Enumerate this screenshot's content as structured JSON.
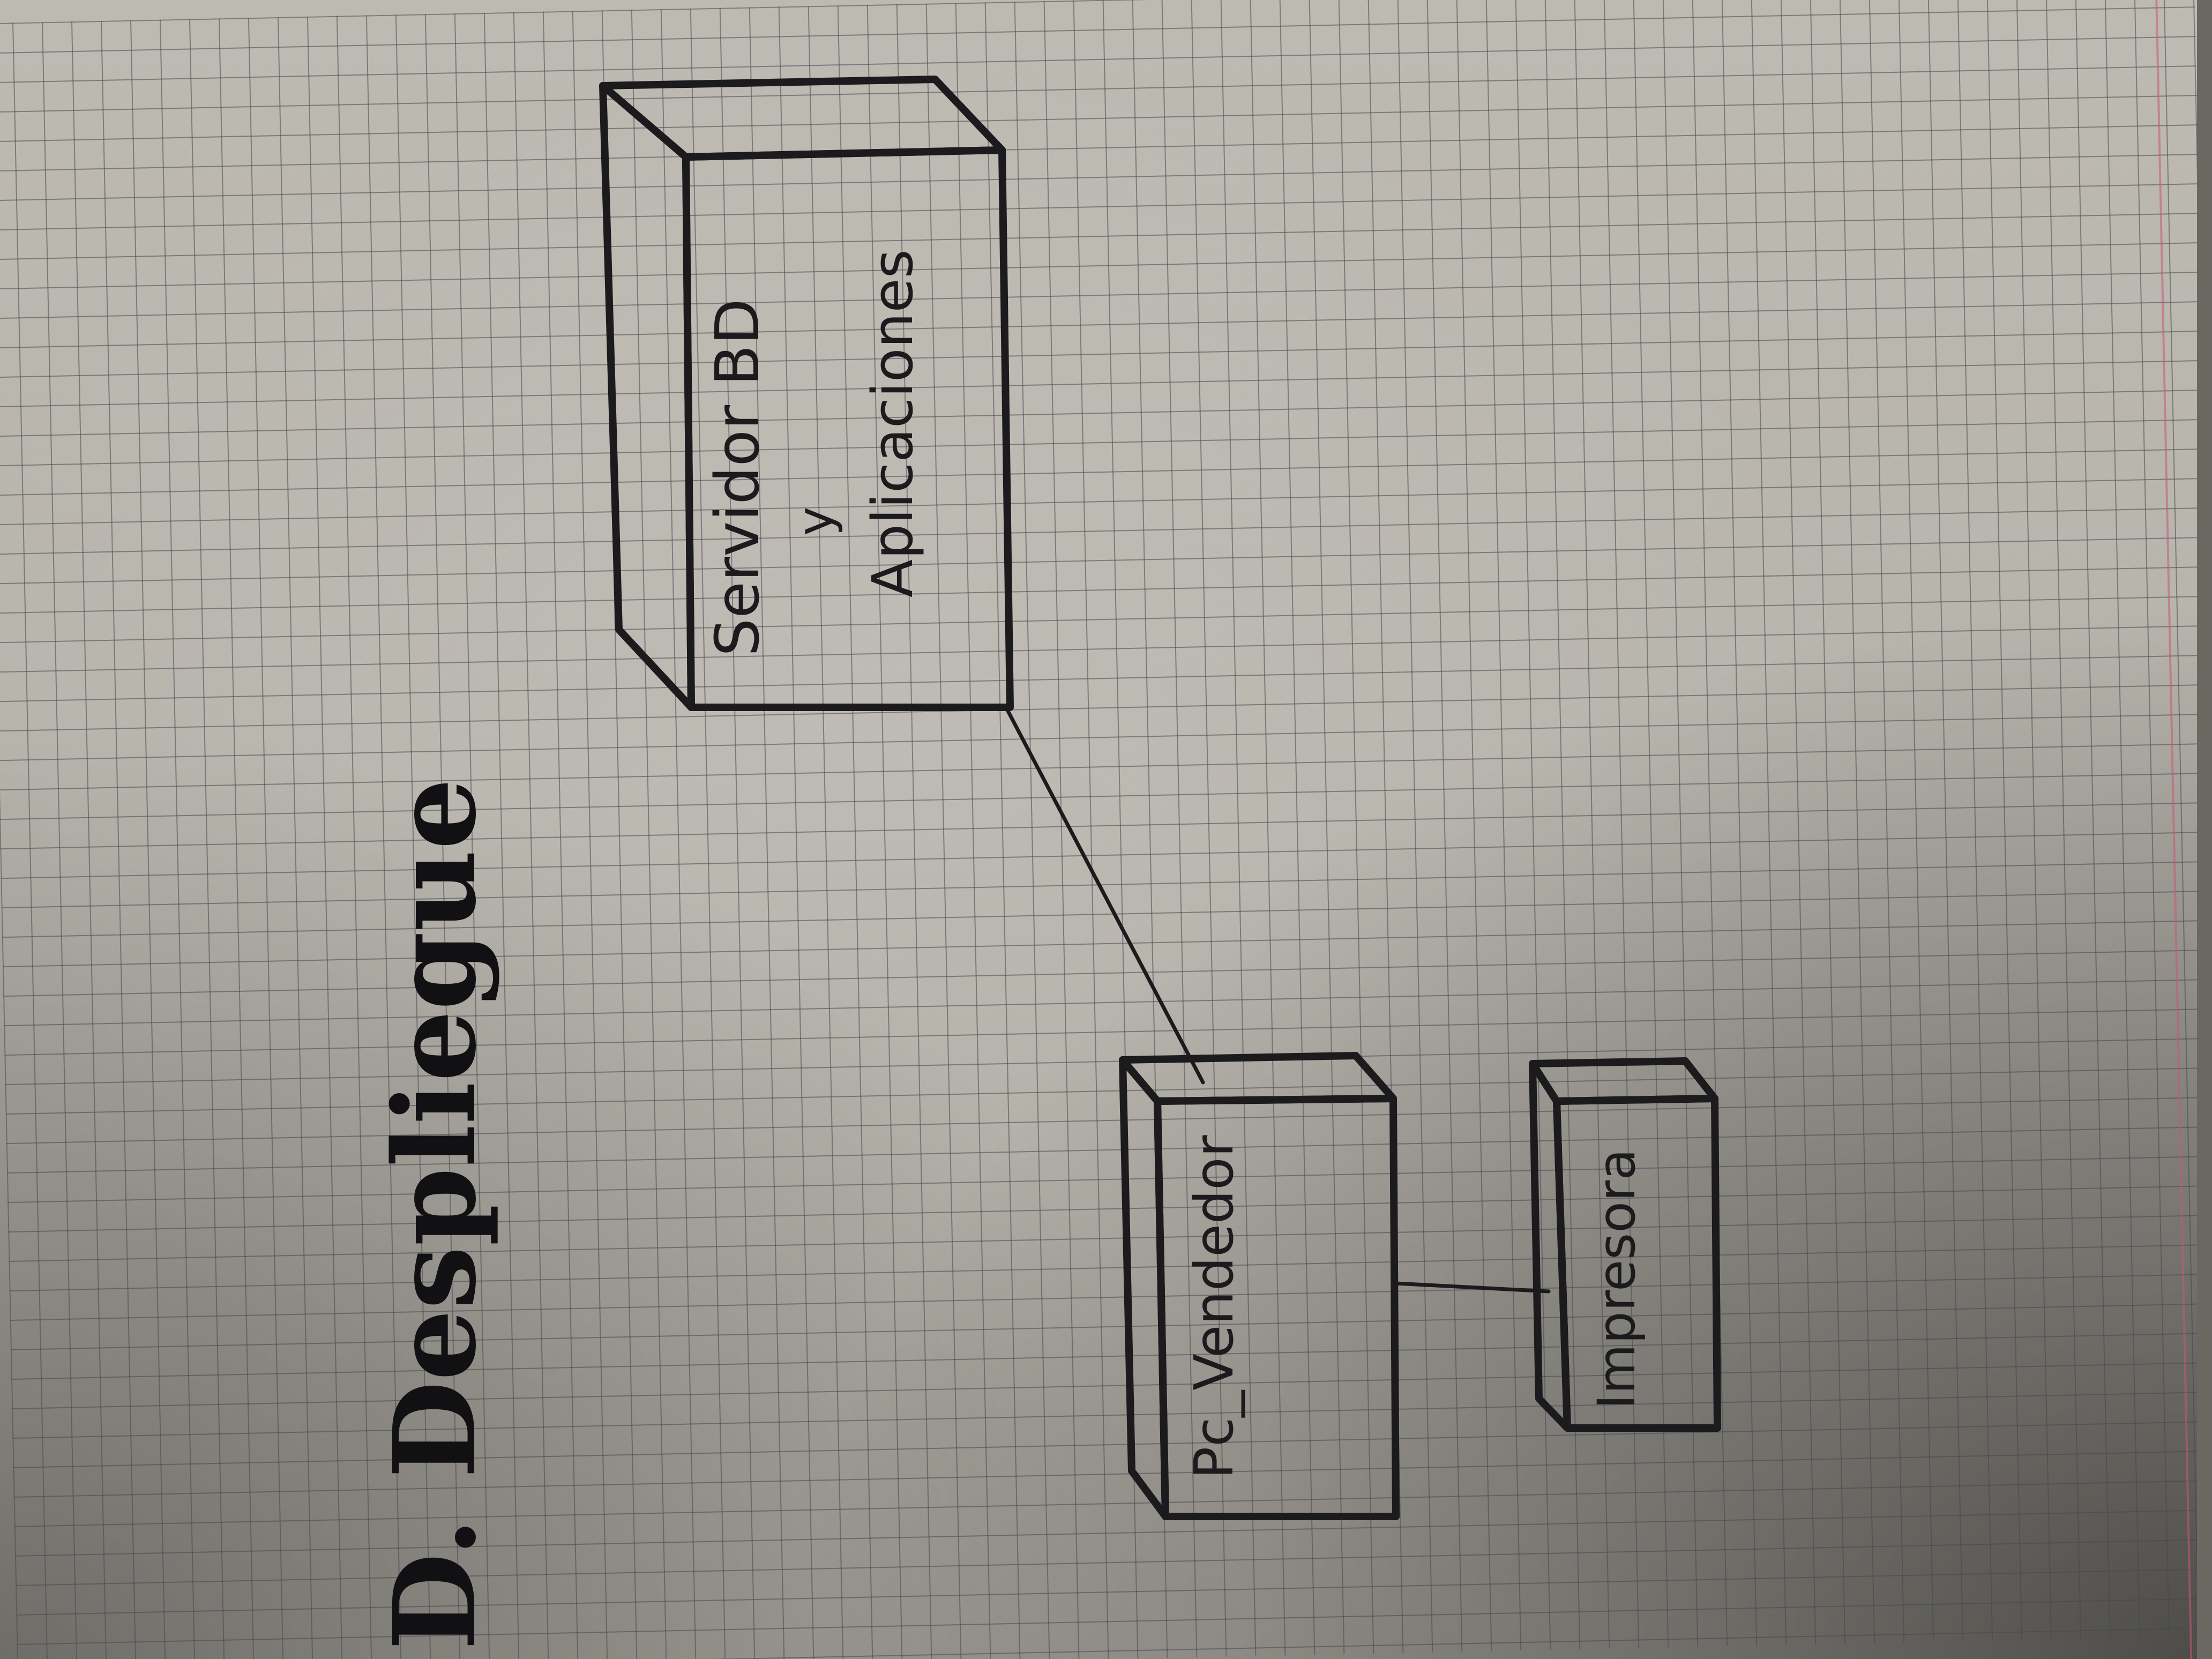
{
  "title": "D. Despliegue",
  "nodes": {
    "server": {
      "line1": "Servidor BD",
      "line2": "y",
      "line3": "Aplicaciones"
    },
    "pc": {
      "label": "Pc_Vendedor"
    },
    "printer": {
      "label": "Impresora"
    }
  },
  "colors": {
    "paper": "#bab7af",
    "grid": "#46465a",
    "ink": "#1b1b1d",
    "margin": "#c85a6e"
  }
}
